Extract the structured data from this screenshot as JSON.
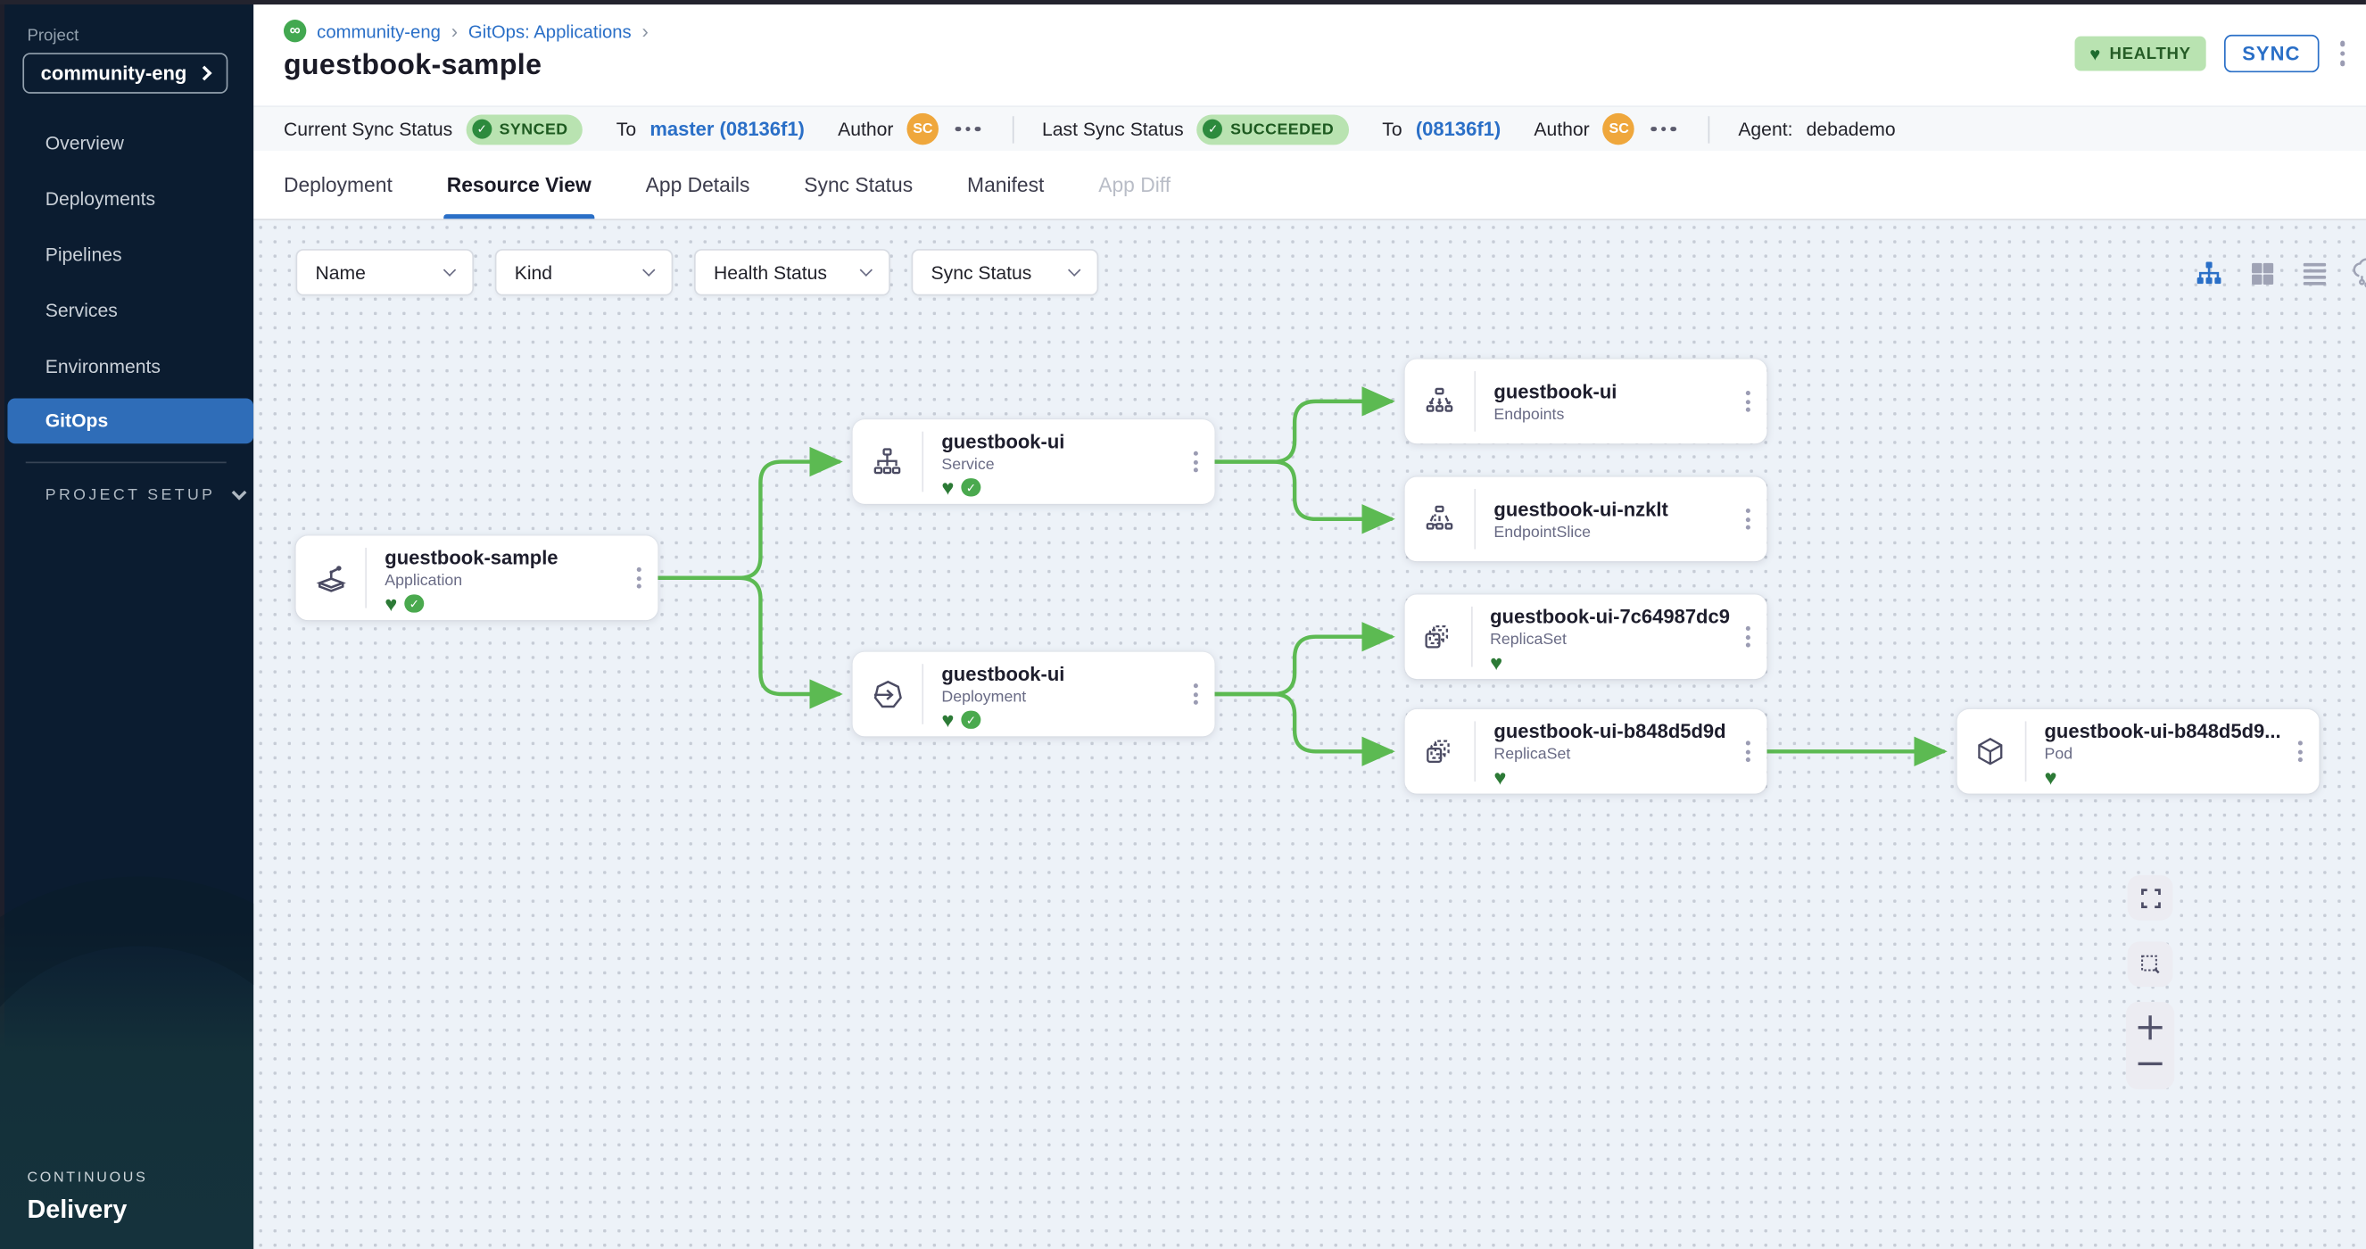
{
  "sidebar": {
    "project_label": "Project",
    "project_name": "community-eng",
    "nav": [
      {
        "label": "Overview"
      },
      {
        "label": "Deployments"
      },
      {
        "label": "Pipelines"
      },
      {
        "label": "Services"
      },
      {
        "label": "Environments"
      },
      {
        "label": "GitOps",
        "active": true
      }
    ],
    "project_setup_label": "PROJECT SETUP",
    "brand_line1": "CONTINUOUS",
    "brand_line2": "Delivery"
  },
  "header": {
    "breadcrumb": {
      "project": "community-eng",
      "section": "GitOps: Applications"
    },
    "title": "guestbook-sample",
    "health_badge": "HEALTHY",
    "sync_button": "SYNC"
  },
  "statusbar": {
    "current_label": "Current Sync Status",
    "current_badge": "SYNCED",
    "to_label": "To",
    "current_target": "master (08136f1)",
    "author_label": "Author",
    "author_initials": "SC",
    "last_label": "Last Sync Status",
    "last_badge": "SUCCEEDED",
    "last_target": "(08136f1)",
    "agent_label": "Agent:",
    "agent_value": "debademo"
  },
  "tabs": [
    {
      "label": "Deployment"
    },
    {
      "label": "Resource View",
      "active": true
    },
    {
      "label": "App Details"
    },
    {
      "label": "Sync Status"
    },
    {
      "label": "Manifest"
    },
    {
      "label": "App Diff",
      "disabled": true
    }
  ],
  "filters": [
    {
      "label": "Name"
    },
    {
      "label": "Kind"
    },
    {
      "label": "Health Status"
    },
    {
      "label": "Sync Status"
    }
  ],
  "nodes": {
    "application": {
      "title": "guestbook-sample",
      "kind": "Application"
    },
    "service": {
      "title": "guestbook-ui",
      "kind": "Service"
    },
    "deployment": {
      "title": "guestbook-ui",
      "kind": "Deployment"
    },
    "endpoints": {
      "title": "guestbook-ui",
      "kind": "Endpoints"
    },
    "endpointslice": {
      "title": "guestbook-ui-nzklt",
      "kind": "EndpointSlice"
    },
    "replicaset1": {
      "title": "guestbook-ui-7c64987dc9",
      "kind": "ReplicaSet"
    },
    "replicaset2": {
      "title": "guestbook-ui-b848d5d9d",
      "kind": "ReplicaSet"
    },
    "pod": {
      "title": "guestbook-ui-b848d5d9...",
      "kind": "Pod"
    }
  },
  "colors": {
    "accent_blue": "#2a6fc7",
    "badge_green_bg": "#b9e3b1",
    "badge_green_text": "#1d5a20",
    "connector_green": "#5cba52",
    "avatar_orange": "#efa73c",
    "sidebar_navy": "#0b1c30"
  }
}
